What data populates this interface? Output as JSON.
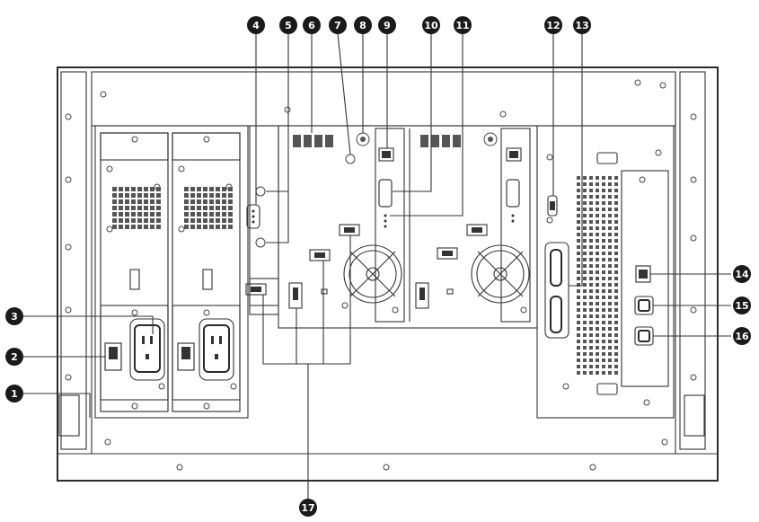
{
  "callouts": [
    {
      "id": "1",
      "label": "1"
    },
    {
      "id": "2",
      "label": "2"
    },
    {
      "id": "3",
      "label": "3"
    },
    {
      "id": "4",
      "label": "4"
    },
    {
      "id": "5",
      "label": "5"
    },
    {
      "id": "6",
      "label": "6"
    },
    {
      "id": "7",
      "label": "7"
    },
    {
      "id": "8",
      "label": "8"
    },
    {
      "id": "9",
      "label": "9"
    },
    {
      "id": "10",
      "label": "10"
    },
    {
      "id": "11",
      "label": "11"
    },
    {
      "id": "12",
      "label": "12"
    },
    {
      "id": "13",
      "label": "13"
    },
    {
      "id": "14",
      "label": "14"
    },
    {
      "id": "15",
      "label": "15"
    },
    {
      "id": "16",
      "label": "16"
    },
    {
      "id": "17",
      "label": "17"
    }
  ],
  "colors": {
    "line": "#333333",
    "callout_fill": "#1a1a1a",
    "background": "#ffffff"
  }
}
